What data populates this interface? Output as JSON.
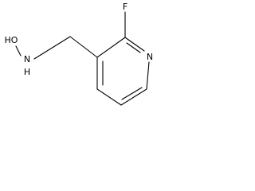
{
  "molecule": {
    "atoms": {
      "fluorine": "F",
      "hydroxyl": "HO",
      "amine": "N",
      "amine_hydrogen": "H",
      "ring_nitrogen": "N"
    },
    "colors": {
      "bond": "#000000",
      "label": "#000000",
      "background": "#ffffff"
    }
  }
}
